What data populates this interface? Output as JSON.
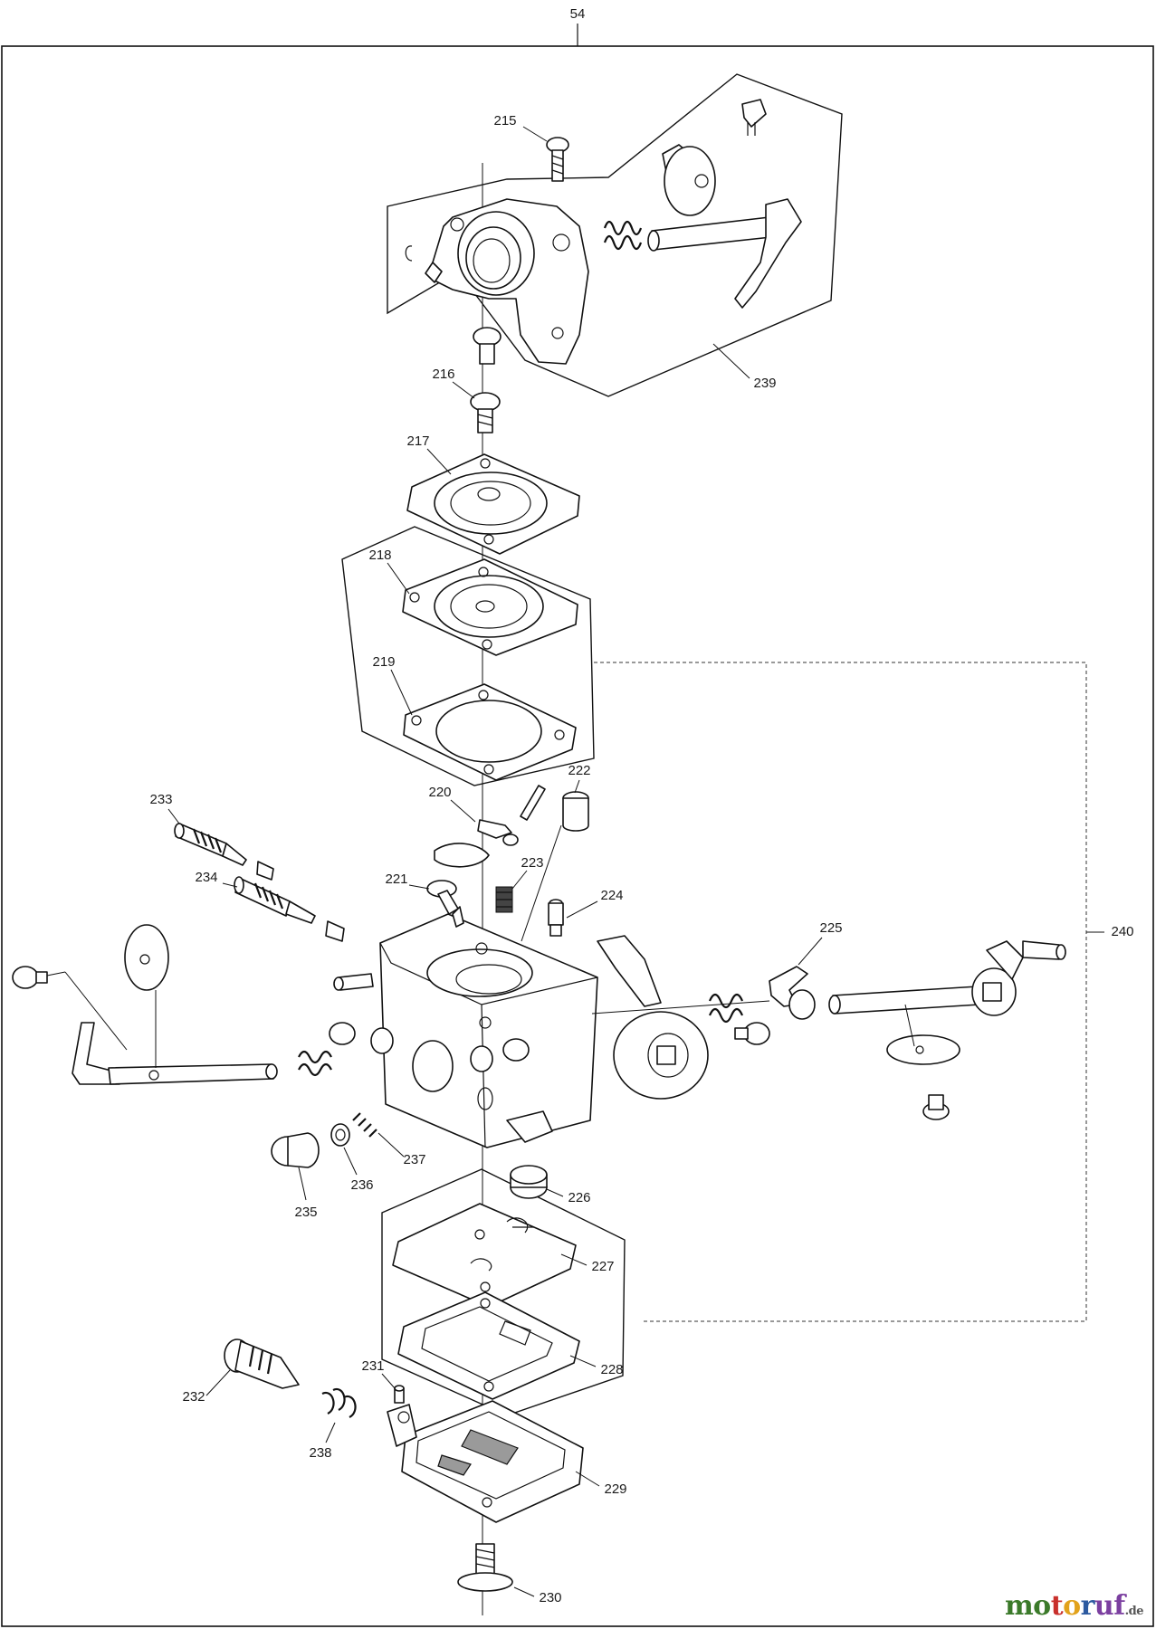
{
  "diagram": {
    "frame_label": "54",
    "labels": [
      "215",
      "216",
      "217",
      "218",
      "219",
      "220",
      "221",
      "222",
      "223",
      "224",
      "225",
      "226",
      "227",
      "228",
      "229",
      "230",
      "231",
      "232",
      "233",
      "234",
      "235",
      "236",
      "237",
      "238",
      "239",
      "240"
    ]
  },
  "brand": {
    "part1": "mo",
    "part2": "t",
    "part3": "o",
    "part4": "r",
    "part5": "uf",
    "suffix": ".de"
  }
}
